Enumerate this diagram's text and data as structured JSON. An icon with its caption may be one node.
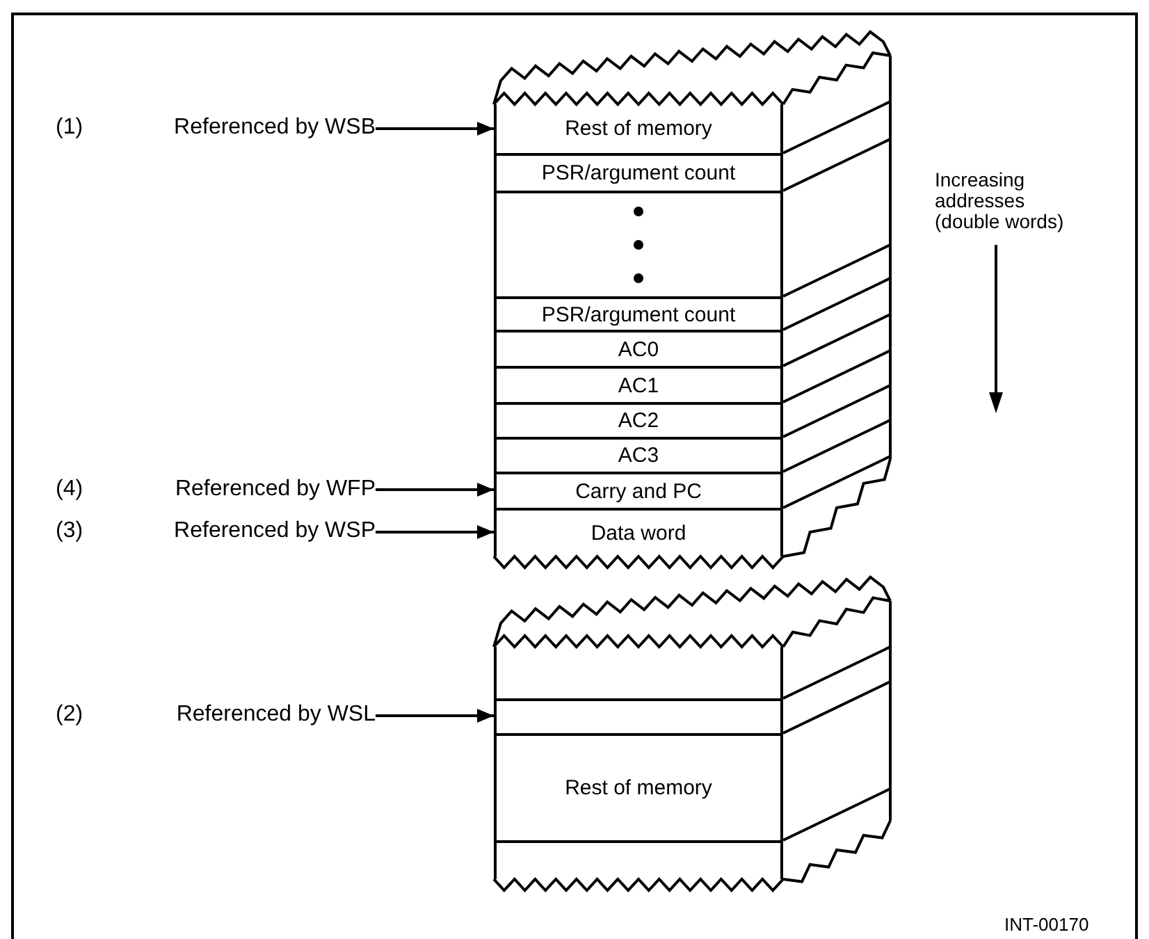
{
  "diagram": {
    "nodes": [
      {
        "text": [
          "(1)",
          "Referenced by WSB"
        ]
      },
      {
        "text": [
          "Rest of memory"
        ]
      },
      {
        "text": [
          "PSR/argument count"
        ]
      },
      {
        "text": [],
        "shape": "box"
      },
      {
        "text": [
          "PSR/argument count"
        ]
      },
      {
        "text": [
          "AC0"
        ]
      },
      {
        "text": [
          "AC1"
        ]
      },
      {
        "text": [
          "AC2"
        ]
      },
      {
        "text": [
          "AC3"
        ]
      },
      {
        "text": [
          "(4)",
          "Referenced by WFP"
        ]
      },
      {
        "text": [
          "Carry and PC"
        ]
      },
      {
        "text": [
          "(3)",
          "Referenced by WSP"
        ]
      },
      {
        "text": [
          "Data word"
        ]
      },
      {
        "text": [
          "(2)",
          "Referenced by WSL"
        ]
      },
      {
        "text": [],
        "shape": "box"
      },
      {
        "text": [],
        "shape": "box"
      },
      {
        "text": [
          "Rest of memory"
        ]
      },
      {
        "text": [],
        "shape": "box"
      }
    ],
    "edges": [
      {
        "from": 0,
        "to": 1,
        "arrow": "to"
      },
      {
        "from": 9,
        "to": 10,
        "arrow": "to"
      },
      {
        "from": 11,
        "to": 12,
        "arrow": "to"
      },
      {
        "from": 13,
        "to": 15,
        "arrow": "to"
      }
    ],
    "labels": [
      "Increasing addresses (double words)",
      "INT-00170"
    ]
  }
}
